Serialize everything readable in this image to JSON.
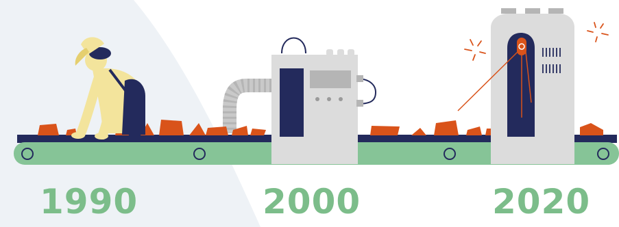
{
  "colors": {
    "navy": "#232a5c",
    "green": "#86c497",
    "orange": "#d9531a",
    "machine_grey": "#dcdcdc",
    "shade": "#eef2f6",
    "skin": "#f3e49c",
    "year_text": "#7cbd8a"
  },
  "eras": [
    {
      "year": "1990",
      "icon": "worker-icon"
    },
    {
      "year": "2000",
      "icon": "machine-icon"
    },
    {
      "year": "2020",
      "icon": "robot-machine-icon"
    }
  ]
}
